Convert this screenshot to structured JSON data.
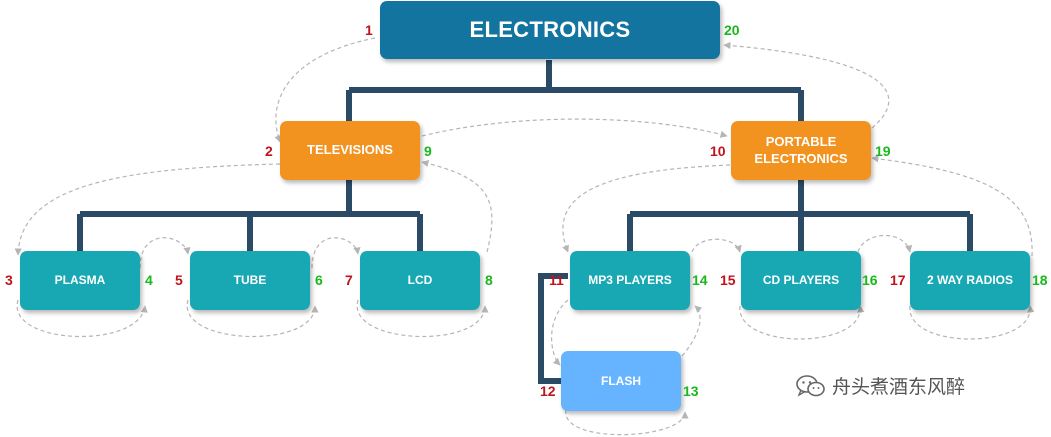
{
  "nodes": {
    "electronics": "ELECTRONICS",
    "televisions": "TELEVISIONS",
    "portable": "PORTABLE\nELECTRONICS",
    "plasma": "PLASMA",
    "tube": "TUBE",
    "lcd": "LCD",
    "mp3": "MP3 PLAYERS",
    "cd": "CD PLAYERS",
    "radios": "2 WAY RADIOS",
    "flash": "FLASH"
  },
  "numbers": {
    "n1": "1",
    "n2": "2",
    "n3": "3",
    "n4": "4",
    "n5": "5",
    "n6": "6",
    "n7": "7",
    "n8": "8",
    "n9": "9",
    "n10": "10",
    "n11": "11",
    "n12": "12",
    "n13": "13",
    "n14": "14",
    "n15": "15",
    "n16": "16",
    "n17": "17",
    "n18": "18",
    "n19": "19",
    "n20": "20"
  },
  "colors": {
    "root": "#1474a0",
    "category": "#f2931f",
    "leaf": "#17a8b4",
    "subleaf": "#66b4ff",
    "connector": "#2a4a66",
    "entry_number": "#c0141c",
    "exit_number": "#19b81c",
    "traversal_path": "#b5b5b5"
  },
  "watermark": {
    "icon": "wechat-icon",
    "text": "舟头煮酒东风醉"
  }
}
